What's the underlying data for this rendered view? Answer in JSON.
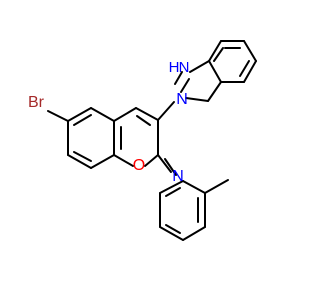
{
  "molecule": {
    "labels": {
      "bromine": "Br",
      "ring_oxygen": "O",
      "imine_nitrogen": "N",
      "benzimidazole_nh": "H",
      "benzimidazole_nh_n": "N",
      "benzimidazole_n": "N"
    },
    "colors": {
      "bond": "#000000",
      "bromine": "#a52a2a",
      "oxygen": "#ff0000",
      "nitrogen": "#0000ff"
    }
  }
}
